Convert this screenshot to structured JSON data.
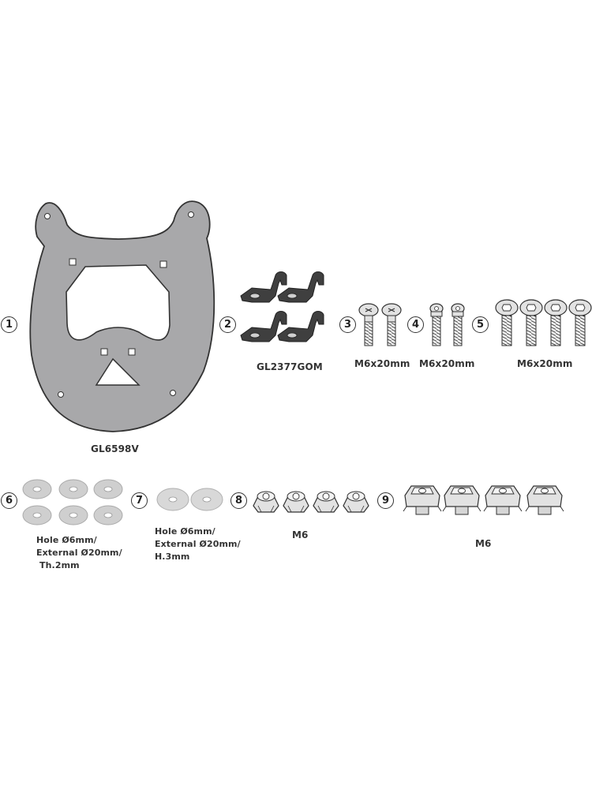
{
  "parts": [
    {
      "number": "1",
      "label": "GL6598V"
    },
    {
      "number": "2",
      "label": "GL2377GOM"
    },
    {
      "number": "3",
      "label": "M6x20mm"
    },
    {
      "number": "4",
      "label": "M6x20mm"
    },
    {
      "number": "5",
      "label": "M6x20mm"
    },
    {
      "number": "6",
      "label_lines": [
        "Hole Ø6mm/",
        "External Ø20mm/",
        "Th.2mm"
      ]
    },
    {
      "number": "7",
      "label_lines": [
        "Hole Ø6mm/",
        "External Ø20mm/",
        "H.3mm"
      ]
    },
    {
      "number": "8",
      "label": "M6"
    },
    {
      "number": "9",
      "label": "M6"
    }
  ],
  "colors": {
    "plate": "#a8a8aa",
    "bracket": "#3f3f3f",
    "hardware": "#e2e2e2",
    "washer": "#cfcfcf",
    "outline": "#333333"
  }
}
